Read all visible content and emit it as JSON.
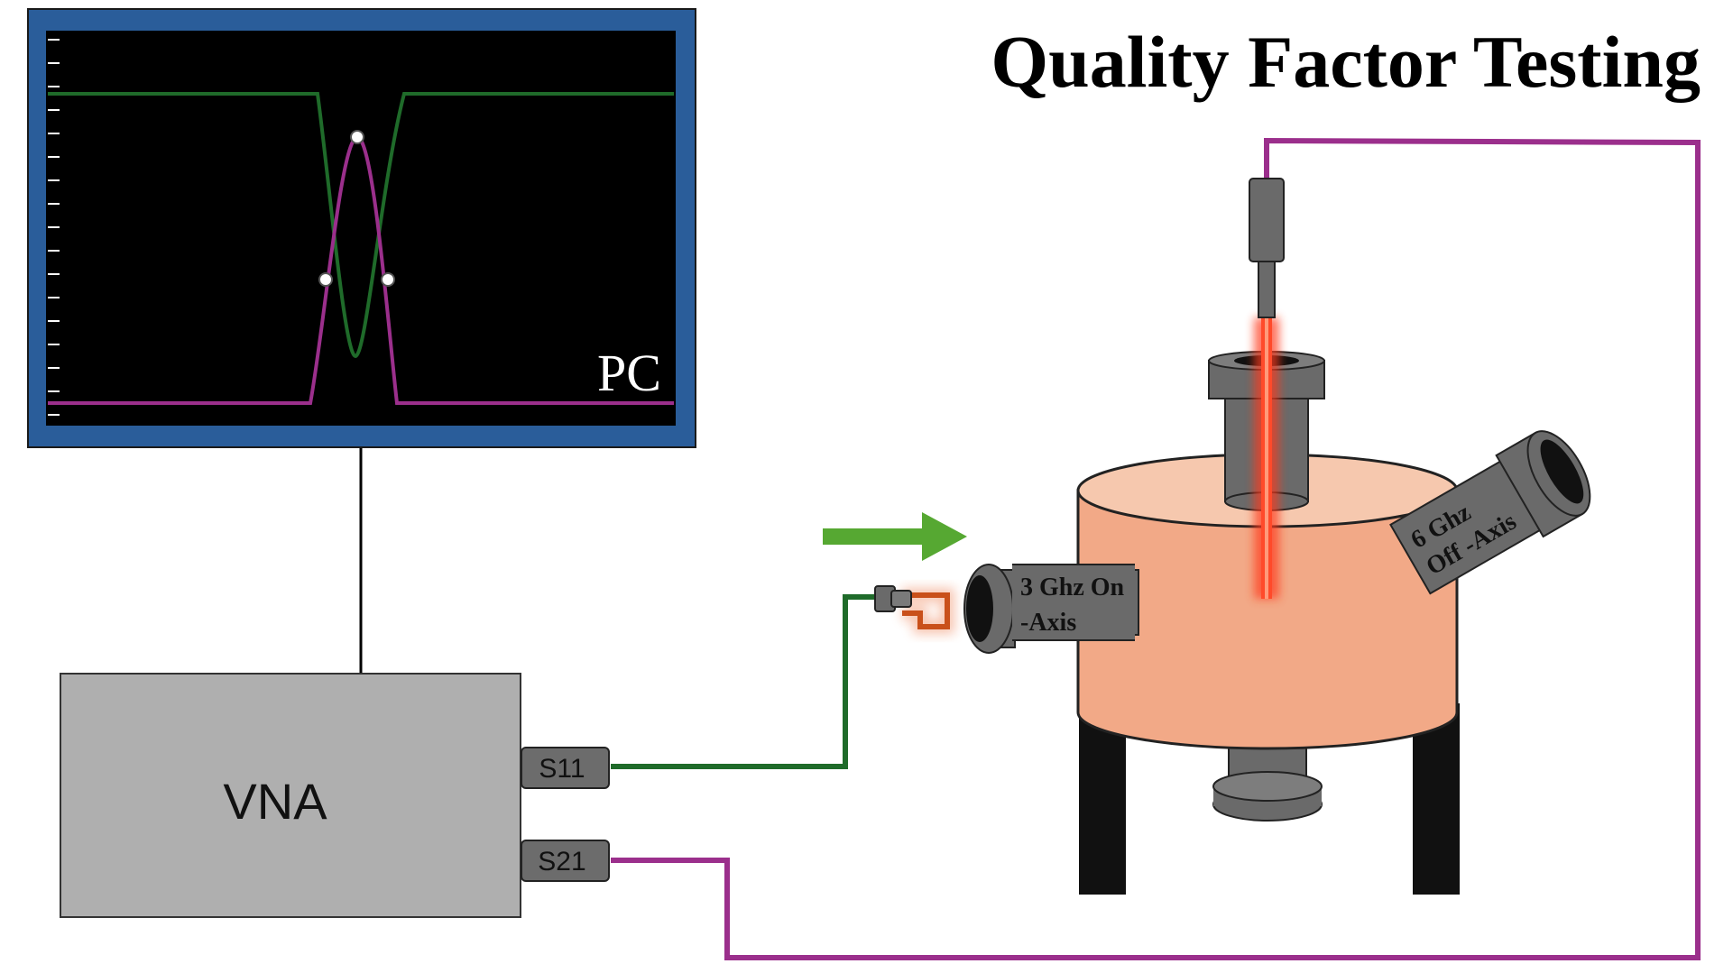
{
  "title": "Quality Factor Testing",
  "pc": {
    "label": "PC",
    "trace_colors": {
      "s11": "#1f6b2a",
      "s21": "#9b2f8c"
    }
  },
  "vna": {
    "label": "VNA",
    "ports": [
      {
        "label": "S11"
      },
      {
        "label": "S21"
      }
    ]
  },
  "cavity": {
    "ports": [
      {
        "line1": "3 Ghz On",
        "line2": "-Axis"
      },
      {
        "line1": "6 Ghz",
        "line2": "Off -Axis"
      }
    ]
  },
  "colors": {
    "monitor_frame": "#2a5d9a",
    "cable_s11": "#1f6b2a",
    "cable_s21": "#9b2f8c",
    "arrow": "#56a832",
    "cavity_body": "#f2a987",
    "laser": "#ff3b1f"
  }
}
